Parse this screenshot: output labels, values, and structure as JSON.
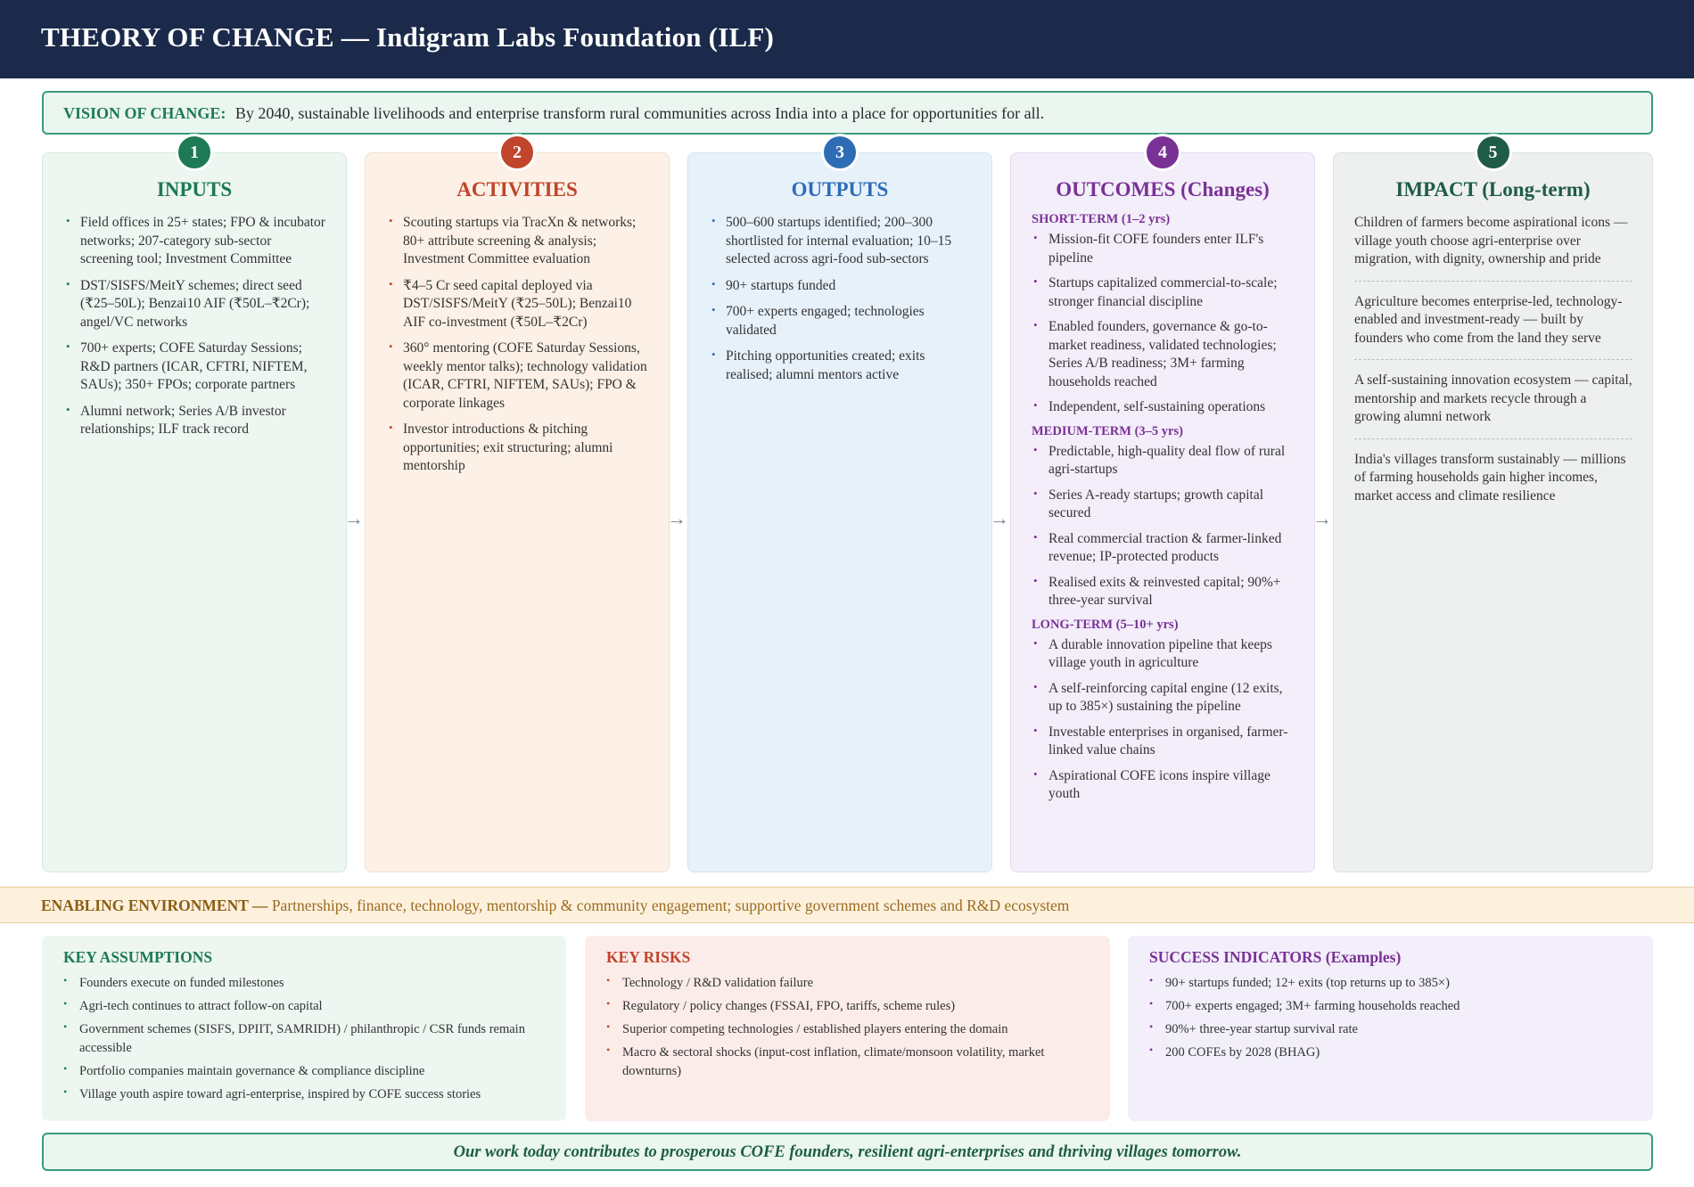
{
  "header": {
    "title": "THEORY OF CHANGE — Indigram Labs Foundation (ILF)"
  },
  "vision": {
    "label": "VISION OF CHANGE:",
    "text": "By 2040, sustainable livelihoods and enterprise transform rural communities across India into a place for opportunities for all."
  },
  "colors": {
    "header_bg": "#1b2a4a",
    "inputs": "#1e7a55",
    "activities": "#c0452a",
    "outputs": "#2e6db5",
    "outcomes": "#7a3196",
    "impact": "#1f5c46",
    "enabling": "#9c6b1f"
  },
  "columns": {
    "inputs": {
      "number": "1",
      "title": "INPUTS",
      "items": [
        "Field offices in 25+ states; FPO & incubator networks; 207-category sub-sector screening tool; Investment Committee",
        "DST/SISFS/MeitY schemes; direct seed (₹25–50L); Benzai10 AIF (₹50L–₹2Cr); angel/VC networks",
        "700+ experts; COFE Saturday Sessions; R&D partners (ICAR, CFTRI, NIFTEM, SAUs); 350+ FPOs; corporate partners",
        "Alumni network; Series A/B investor relationships; ILF track record"
      ]
    },
    "activities": {
      "number": "2",
      "title": "ACTIVITIES",
      "items": [
        "Scouting startups via TracXn & networks; 80+ attribute screening & analysis; Investment Committee evaluation",
        "₹4–5 Cr seed capital deployed via DST/SISFS/MeitY (₹25–50L); Benzai10 AIF co-investment (₹50L–₹2Cr)",
        "360° mentoring (COFE Saturday Sessions, weekly mentor talks); technology validation (ICAR, CFTRI, NIFTEM, SAUs); FPO & corporate linkages",
        "Investor introductions & pitching opportunities; exit structuring; alumni mentorship"
      ]
    },
    "outputs": {
      "number": "3",
      "title": "OUTPUTS",
      "items": [
        "500–600 startups identified; 200–300 shortlisted for internal evaluation; 10–15 selected across agri-food sub-sectors",
        "90+ startups funded",
        "700+ experts engaged; technologies validated",
        "Pitching opportunities created; exits realised; alumni mentors active"
      ]
    },
    "outcomes": {
      "number": "4",
      "title": "OUTCOMES (Changes)",
      "short_term": {
        "heading": "SHORT-TERM (1–2 yrs)",
        "items": [
          "Mission-fit COFE founders enter ILF's pipeline",
          "Startups capitalized commercial-to-scale; stronger financial discipline",
          "Enabled founders, governance & go-to-market readiness, validated technologies; Series A/B readiness; 3M+ farming households reached",
          "Independent, self-sustaining operations"
        ]
      },
      "medium_term": {
        "heading": "MEDIUM-TERM (3–5 yrs)",
        "items": [
          "Predictable, high-quality deal flow of rural agri-startups",
          "Series A-ready startups; growth capital secured",
          "Real commercial traction & farmer-linked revenue; IP-protected products",
          "Realised exits & reinvested capital; 90%+ three-year survival"
        ]
      },
      "long_term": {
        "heading": "LONG-TERM (5–10+ yrs)",
        "items": [
          "A durable innovation pipeline that keeps village youth in agriculture",
          "A self-reinforcing capital engine (12 exits, up to 385×) sustaining the pipeline",
          "Investable enterprises in organised, farmer-linked value chains",
          "Aspirational COFE icons inspire village youth"
        ]
      }
    },
    "impact": {
      "number": "5",
      "title": "IMPACT (Long-term)",
      "paragraphs": [
        "Children of farmers become aspirational icons — village youth choose agri-enterprise over migration, with dignity, ownership and pride",
        "Agriculture becomes enterprise-led, technology-enabled and investment-ready — built by founders who come from the land they serve",
        "A self-sustaining innovation ecosystem — capital, mentorship and markets recycle through a growing alumni network",
        "India's villages transform sustainably — millions of farming households gain higher incomes, market access and climate resilience"
      ]
    }
  },
  "enabling": {
    "label": "ENABLING ENVIRONMENT —",
    "text": "Partnerships, finance, technology, mentorship & community engagement; supportive government schemes and R&D ecosystem"
  },
  "assumptions": {
    "title": "KEY ASSUMPTIONS",
    "items": [
      "Founders execute on funded milestones",
      "Agri-tech continues to attract follow-on capital",
      "Government schemes (SISFS, DPIIT, SAMRIDH) / philanthropic / CSR funds remain accessible",
      "Portfolio companies maintain governance & compliance discipline",
      "Village youth aspire toward agri-enterprise, inspired by COFE success stories"
    ]
  },
  "risks": {
    "title": "KEY RISKS",
    "items": [
      "Technology / R&D validation failure",
      "Regulatory / policy changes (FSSAI, FPO, tariffs, scheme rules)",
      "Superior competing technologies / established players entering the domain",
      "Macro & sectoral shocks (input-cost inflation, climate/monsoon volatility, market downturns)"
    ]
  },
  "indicators": {
    "title": "SUCCESS INDICATORS (Examples)",
    "items": [
      "90+ startups funded; 12+ exits (top returns up to 385×)",
      "700+ experts engaged; 3M+ farming households reached",
      "90%+ three-year startup survival rate",
      "200 COFEs by 2028 (BHAG)"
    ]
  },
  "footer": {
    "text": "Our work today contributes to prosperous COFE founders, resilient agri-enterprises and thriving villages tomorrow."
  }
}
